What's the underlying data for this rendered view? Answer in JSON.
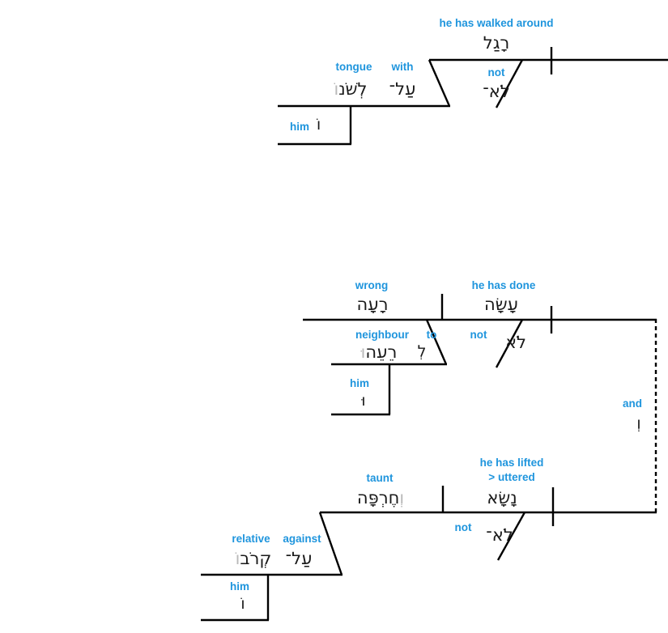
{
  "document": {
    "title": "Hebrew sentence diagram",
    "accent_color": "#1f95dd",
    "line_color": "#000000",
    "faint_color": "#b9b9b9",
    "background": "#ffffff"
  },
  "clauses": [
    {
      "id": "clause-1",
      "predicate": {
        "gloss": "he has walked around",
        "hebrew": "רָגַל"
      },
      "negation": {
        "gloss": "not",
        "hebrew": "לֹא־"
      },
      "prepositional_phrase": {
        "preposition": {
          "gloss": "with",
          "hebrew": "עַל־"
        },
        "object": {
          "gloss": "tongue",
          "hebrew": "לְשֹׁנ",
          "suffix": "וֹ"
        }
      },
      "pronoun_branch": {
        "gloss": "him",
        "hebrew": "וֹ"
      }
    },
    {
      "id": "clause-2",
      "predicate": {
        "gloss": "he has done",
        "hebrew": "עָשָׂה"
      },
      "negation": {
        "gloss": "not",
        "hebrew": "לֹא"
      },
      "object": {
        "gloss": "wrong",
        "hebrew": "רָעָה"
      },
      "prepositional_phrase": {
        "preposition": {
          "gloss": "to",
          "hebrew": "לְ"
        },
        "object": {
          "gloss": "neighbour",
          "hebrew": "רֵעֵה",
          "suffix": "וּ"
        }
      },
      "pronoun_branch": {
        "gloss": "him",
        "hebrew": "וּ"
      }
    },
    {
      "id": "clause-3",
      "predicate": {
        "gloss_line1": "he has lifted",
        "gloss_line2": "> uttered",
        "hebrew": "נָשָׂא"
      },
      "negation": {
        "gloss": "not",
        "hebrew": "לֹא־"
      },
      "object": {
        "gloss": "taunt",
        "hebrew": "חֶרְפָּה",
        "prefix": "וְ"
      },
      "prepositional_phrase": {
        "preposition": {
          "gloss": "against",
          "hebrew": "עַל־"
        },
        "object": {
          "gloss": "relative",
          "hebrew": "קְרֹב",
          "suffix": "וֹ"
        }
      },
      "pronoun_branch": {
        "gloss": "him",
        "hebrew": "וֹ"
      }
    }
  ],
  "conjunction": {
    "gloss": "and",
    "hebrew": "וְ"
  }
}
